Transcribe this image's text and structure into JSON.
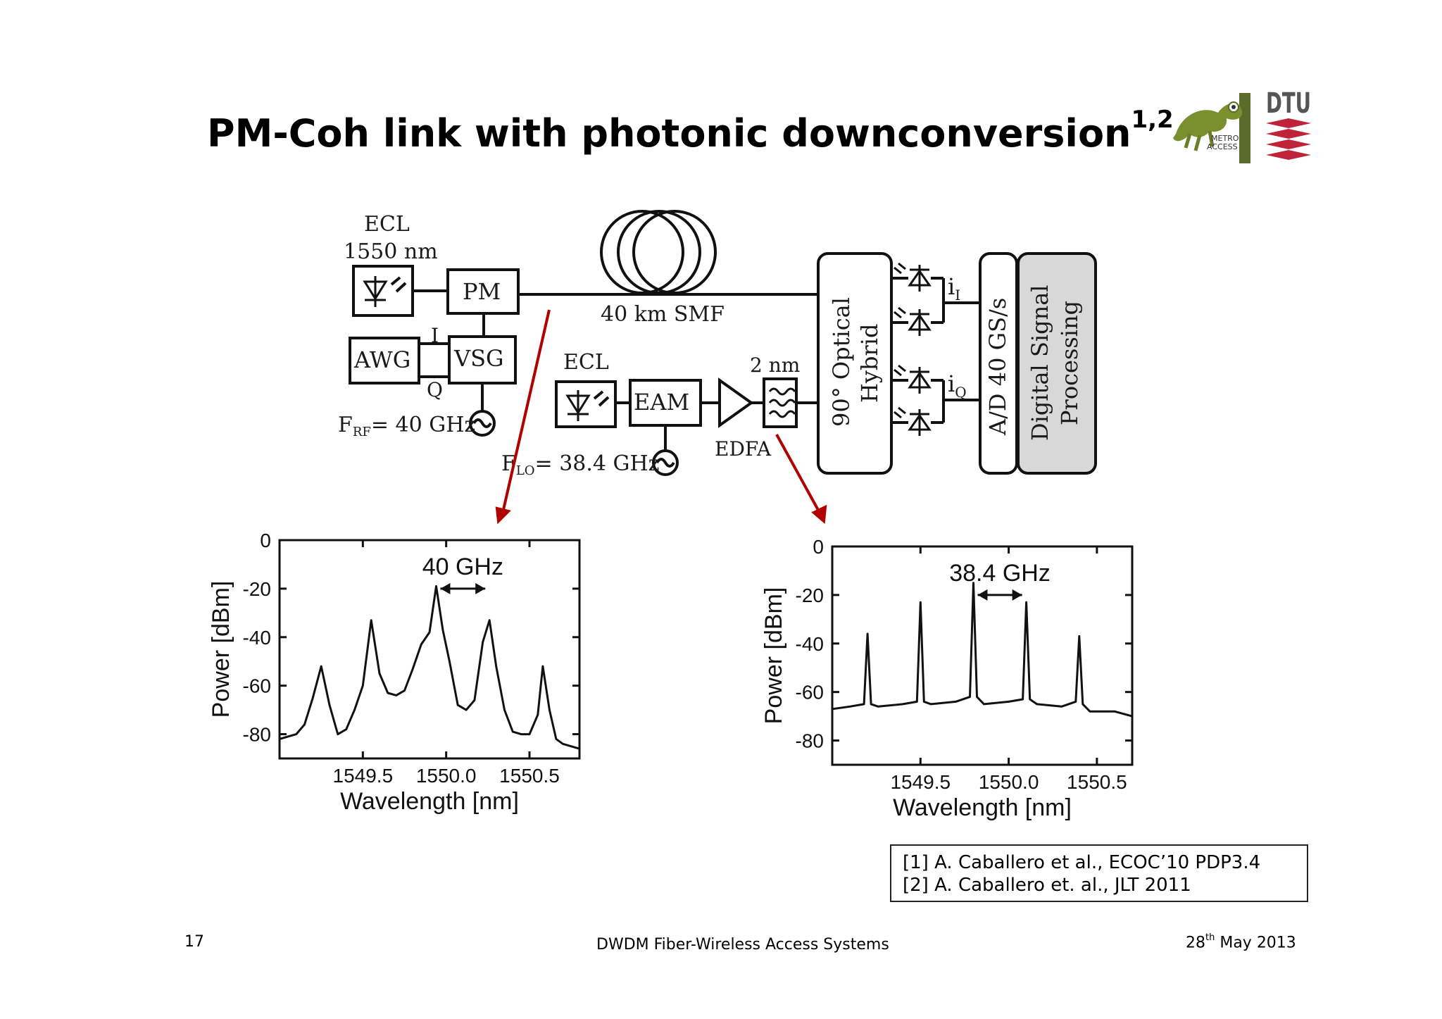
{
  "slide": {
    "title": "PM-Coh link with photonic downconversion",
    "title_superscript": "1,2",
    "logos": {
      "metro_text_1": "METRO",
      "metro_text_2": "ACCESS",
      "dtu_text": "DTU"
    },
    "accent_color": "#b00000"
  },
  "diagram": {
    "ecl1_label_1": "ECL",
    "ecl1_label_2": "1550 nm",
    "pm_label": "PM",
    "fiber_label": "40 km SMF",
    "awg_label": "AWG",
    "vsg_label": "VSG",
    "i_label": "I",
    "q_label": "Q",
    "frf_main": "F",
    "frf_sub": "RF",
    "frf_value": "= 40 GHz",
    "ecl2_label": "ECL",
    "eam_label": "EAM",
    "filter_label": "2 nm",
    "edfa_label": "EDFA",
    "flo_main": "F",
    "flo_sub": "LO",
    "flo_value": "= 38.4 GHz",
    "hybrid_label_1": "90° Optical",
    "hybrid_label_2": "Hybrid",
    "ii_main": "i",
    "ii_sub": "I",
    "iq_main": "i",
    "iq_sub": "Q",
    "adc_label": "A/D 40 GS/s",
    "dsp_label_1": "Digital Signal",
    "dsp_label_2": "Processing"
  },
  "chart_data": [
    {
      "type": "line",
      "xlabel": "Wavelength [nm]",
      "ylabel": "Power [dBm]",
      "xticks": [
        "1549.5",
        "1550.0",
        "1550.5"
      ],
      "yticks": [
        "0",
        "-20",
        "-40",
        "-60",
        "-80"
      ],
      "xlim": [
        1549.0,
        1550.8
      ],
      "ylim": [
        -90,
        0
      ],
      "annotation": "40 GHz",
      "series": [
        {
          "x": [
            1549.0,
            1549.1,
            1549.15,
            1549.2,
            1549.25,
            1549.3,
            1549.35,
            1549.4,
            1549.45,
            1549.5,
            1549.55,
            1549.6,
            1549.65,
            1549.7,
            1549.75,
            1549.8,
            1549.85,
            1549.9,
            1549.94,
            1549.98,
            1550.02,
            1550.07,
            1550.12,
            1550.17,
            1550.22,
            1550.26,
            1550.3,
            1550.35,
            1550.4,
            1550.45,
            1550.5,
            1550.55,
            1550.58,
            1550.62,
            1550.66,
            1550.7,
            1550.8
          ],
          "y": [
            -82,
            -80,
            -76,
            -65,
            -52,
            -68,
            -80,
            -78,
            -70,
            -60,
            -33,
            -55,
            -63,
            -64,
            -62,
            -53,
            -43,
            -38,
            -19,
            -37,
            -50,
            -68,
            -70,
            -66,
            -42,
            -33,
            -52,
            -70,
            -79,
            -80,
            -80,
            -72,
            -52,
            -70,
            -82,
            -84,
            -86
          ]
        }
      ]
    },
    {
      "type": "line",
      "xlabel": "Wavelength [nm]",
      "ylabel": "Power [dBm]",
      "xticks": [
        "1549.5",
        "1550.0",
        "1550.5"
      ],
      "yticks": [
        "0",
        "-20",
        "-40",
        "-60",
        "-80"
      ],
      "xlim": [
        1549.0,
        1550.7
      ],
      "ylim": [
        -90,
        0
      ],
      "annotation": "38.4 GHz",
      "series": [
        {
          "x": [
            1549.0,
            1549.1,
            1549.18,
            1549.2,
            1549.22,
            1549.26,
            1549.4,
            1549.48,
            1549.5,
            1549.52,
            1549.56,
            1549.7,
            1549.78,
            1549.8,
            1549.82,
            1549.86,
            1550.0,
            1550.08,
            1550.1,
            1550.12,
            1550.16,
            1550.3,
            1550.38,
            1550.4,
            1550.42,
            1550.46,
            1550.6,
            1550.7
          ],
          "y": [
            -67,
            -66,
            -65,
            -36,
            -65,
            -66,
            -65,
            -64,
            -23,
            -64,
            -65,
            -64,
            -62,
            -15,
            -62,
            -65,
            -64,
            -63,
            -23,
            -63,
            -65,
            -66,
            -64,
            -37,
            -65,
            -68,
            -68,
            -70
          ]
        }
      ]
    }
  ],
  "references": [
    "[1] A. Caballero et al., ECOC’10 PDP3.4",
    "[2] A. Caballero et. al., JLT 2011"
  ],
  "footer": {
    "page_number": "17",
    "center": "DWDM Fiber-Wireless Access  Systems",
    "date_day": "28",
    "date_suffix": "th",
    "date_rest": " May 2013"
  }
}
